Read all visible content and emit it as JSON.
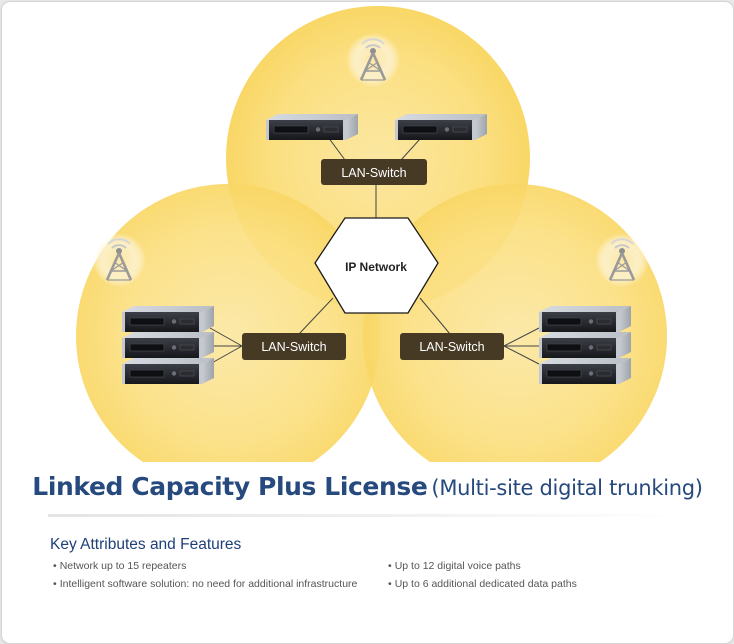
{
  "diagram": {
    "center_label": "IP Network",
    "switches": [
      {
        "label": "LAN-Switch"
      },
      {
        "label": "LAN-Switch"
      },
      {
        "label": "LAN-Switch"
      }
    ],
    "colors": {
      "coverage": "#fbdc72",
      "switch_box": "#473a24",
      "line": "#444444",
      "tower": "#9a9a9a"
    }
  },
  "title": {
    "main": "Linked Capacity Plus License",
    "subtitle": "(Multi-site digital trunking)",
    "color": "#26497e"
  },
  "features": {
    "heading": "Key Attributes and Features",
    "left": [
      "Network up to 15 repeaters",
      "Intelligent software solution: no need for additional infrastructure"
    ],
    "right": [
      "Up to 12 digital voice paths",
      "Up to 6 additional dedicated data paths"
    ]
  }
}
